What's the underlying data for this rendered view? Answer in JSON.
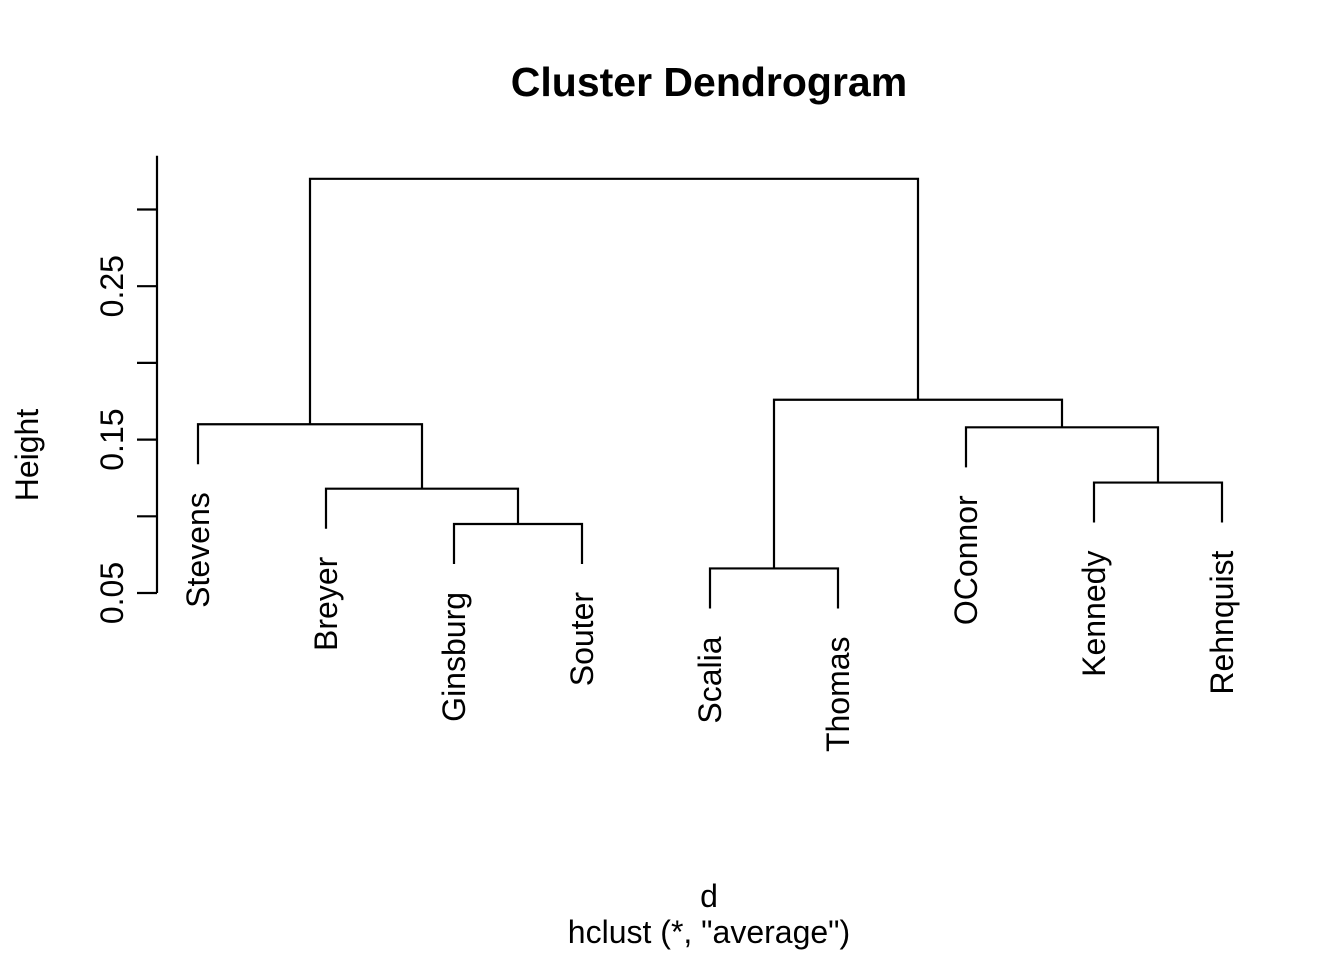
{
  "chart_data": {
    "type": "dendrogram",
    "title": "Cluster Dendrogram",
    "ylabel": "Height",
    "xlabel": "d",
    "caption": "hclust (*, \"average\")",
    "leaves": [
      "Stevens",
      "Breyer",
      "Ginsburg",
      "Souter",
      "Scalia",
      "Thomas",
      "OConnor",
      "Kennedy",
      "Rehnquist"
    ],
    "merges": [
      {
        "id": "m1",
        "children": [
          "Ginsburg",
          "Souter"
        ],
        "height": 0.095
      },
      {
        "id": "m2",
        "children": [
          "Breyer",
          "m1"
        ],
        "height": 0.118
      },
      {
        "id": "m3",
        "children": [
          "Stevens",
          "m2"
        ],
        "height": 0.16
      },
      {
        "id": "m4",
        "children": [
          "Scalia",
          "Thomas"
        ],
        "height": 0.066
      },
      {
        "id": "m5",
        "children": [
          "Kennedy",
          "Rehnquist"
        ],
        "height": 0.122
      },
      {
        "id": "m6",
        "children": [
          "OConnor",
          "m5"
        ],
        "height": 0.158
      },
      {
        "id": "m7",
        "children": [
          "m4",
          "m6"
        ],
        "height": 0.176
      },
      {
        "id": "m8",
        "children": [
          "m3",
          "m7"
        ],
        "height": 0.32
      }
    ],
    "yaxis": {
      "ticks": [
        0.05,
        0.1,
        0.15,
        0.2,
        0.25,
        0.3
      ],
      "tick_labels": [
        {
          "value": 0.05,
          "text": "0.05"
        },
        {
          "value": 0.15,
          "text": "0.15"
        },
        {
          "value": 0.25,
          "text": "0.25"
        }
      ],
      "ylim": [
        0.05,
        0.335
      ]
    },
    "colors": {
      "line": "#000000",
      "text": "#000000",
      "background": "#ffffff"
    }
  }
}
